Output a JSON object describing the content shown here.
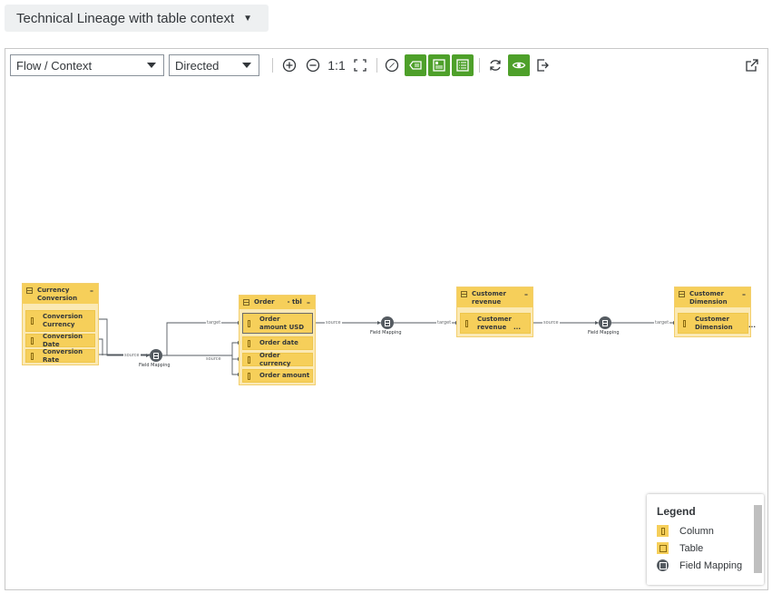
{
  "title_button": {
    "label": "Technical Lineage with table context",
    "icon": "caret-down-icon"
  },
  "toolbar": {
    "view_select": "Flow / Context",
    "direction_select": "Directed",
    "zoom_reset_label": "1:1",
    "icons": [
      "zoom-in-icon",
      "zoom-out-icon",
      "fit-screen-icon",
      "compass-icon",
      "label-toggle-icon",
      "details-toggle-icon",
      "list-toggle-icon",
      "refresh-icon",
      "visibility-icon",
      "export-icon",
      "open-external-icon"
    ],
    "active_color": "#4ea02a"
  },
  "graph": {
    "nodes": {
      "currency": {
        "title": "Currency Conversion",
        "collapse": "–",
        "columns": [
          "Conversion Currency",
          "Conversion Date",
          "Conversion Rate"
        ]
      },
      "order": {
        "title": "Order",
        "suffix": "- tbl",
        "collapse": "–",
        "columns": [
          "Order amount USD",
          "Order date",
          "Order currency",
          "Order amount"
        ]
      },
      "customer_revenue": {
        "title": "Customer revenue",
        "collapse": "–",
        "columns": [
          "Customer revenue"
        ],
        "more": "..."
      },
      "customer_dimension": {
        "title": "Customer Dimension",
        "collapse": "–",
        "columns": [
          "Customer Dimension"
        ],
        "more": "..."
      }
    },
    "field_mappings": [
      {
        "label": "Field Mapping"
      },
      {
        "label": "Field Mapping"
      },
      {
        "label": "Field Mapping"
      }
    ],
    "edge_labels": {
      "source": "source",
      "target": "target"
    },
    "colors": {
      "node_header": "#f6cf5a",
      "node_body": "#fbe9b4",
      "field_mapping": "#555b61",
      "edge": "#555b61"
    }
  },
  "legend": {
    "title": "Legend",
    "items": [
      {
        "label": "Column",
        "icon": "column-icon"
      },
      {
        "label": "Table",
        "icon": "table-icon"
      },
      {
        "label": "Field Mapping",
        "icon": "field-mapping-icon"
      }
    ]
  }
}
